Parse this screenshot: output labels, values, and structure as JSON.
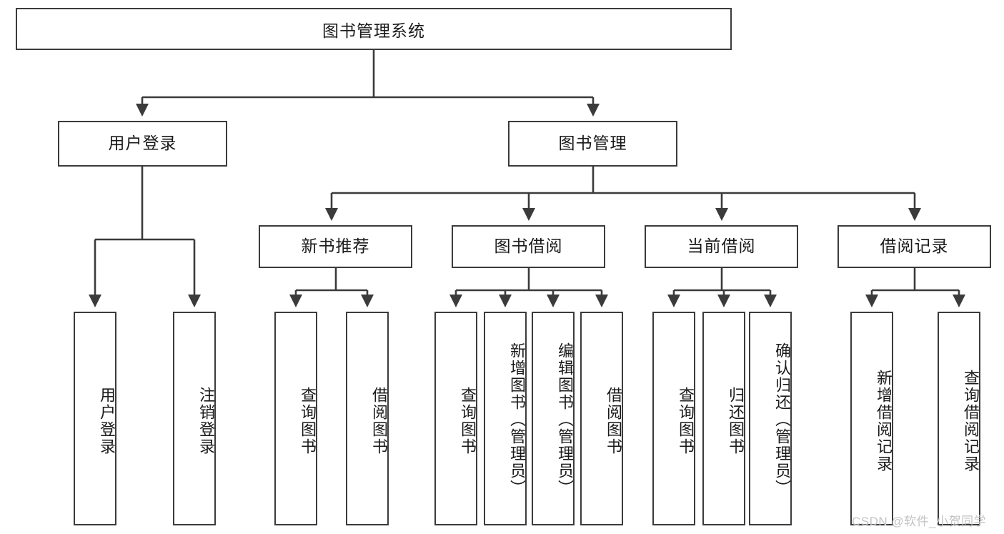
{
  "diagram": {
    "type": "tree",
    "title": "图书管理系统",
    "root": {
      "label": "图书管理系统"
    },
    "level1": [
      {
        "label": "用户登录"
      },
      {
        "label": "图书管理"
      }
    ],
    "level2": [
      {
        "label": "新书推荐"
      },
      {
        "label": "图书借阅"
      },
      {
        "label": "当前借阅"
      },
      {
        "label": "借阅记录"
      }
    ],
    "leaves": {
      "user_login": [
        {
          "label": "用户登录"
        },
        {
          "label": "注销登录"
        }
      ],
      "new_book_recommend": [
        {
          "label": "查询图书"
        },
        {
          "label": "借阅图书"
        }
      ],
      "book_borrow": [
        {
          "label": "查询图书"
        },
        {
          "label": "新增图书（管理员）"
        },
        {
          "label": "编辑图书（管理员）"
        },
        {
          "label": "借阅图书"
        }
      ],
      "current_borrow": [
        {
          "label": "查询图书"
        },
        {
          "label": "归还图书"
        },
        {
          "label": "确认归还（管理员）"
        }
      ],
      "borrow_record": [
        {
          "label": "新增借阅记录"
        },
        {
          "label": "查询借阅记录"
        }
      ]
    }
  },
  "watermark": {
    "text": "CSDN @软件_小贺同学"
  },
  "colors": {
    "border": "#3b3b3b",
    "text": "#1a1a1a",
    "background": "#ffffff",
    "watermark": "#c3c3c3"
  }
}
